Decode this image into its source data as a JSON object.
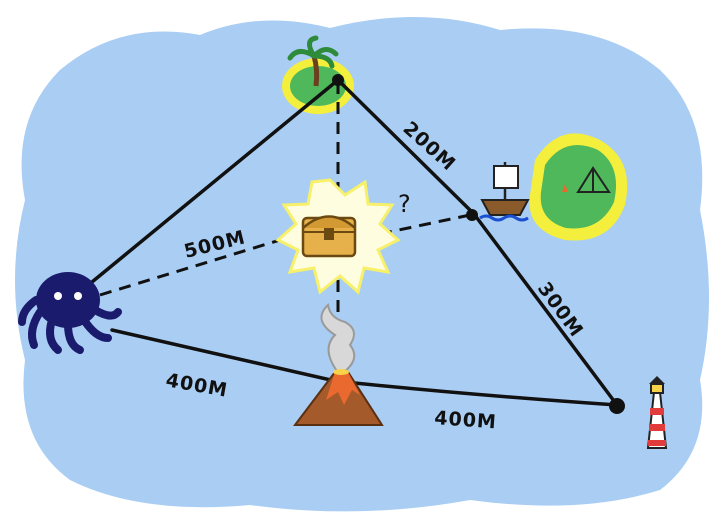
{
  "labels": {
    "top_right_edge": "200M",
    "left_dashed": "500M",
    "unknown": "?",
    "right_edge": "300M",
    "bottom_left_edge": "400M",
    "bottom_right_edge": "400M"
  },
  "colors": {
    "sea": "#a9cdf3",
    "sand": "#f4ef3d",
    "grass": "#4fb85a",
    "octopus": "#1b1b6e",
    "chest": "#e6b04a",
    "burst": "#f7f06a",
    "lava": "#e9692f"
  },
  "icons": {
    "palm_island": "palm-tree-island-icon",
    "tent_island": "tent-island-icon",
    "ship": "pirate-ship-icon",
    "octopus": "octopus-icon",
    "treasure": "treasure-chest-icon",
    "volcano": "volcano-icon",
    "lighthouse": "lighthouse-icon"
  }
}
